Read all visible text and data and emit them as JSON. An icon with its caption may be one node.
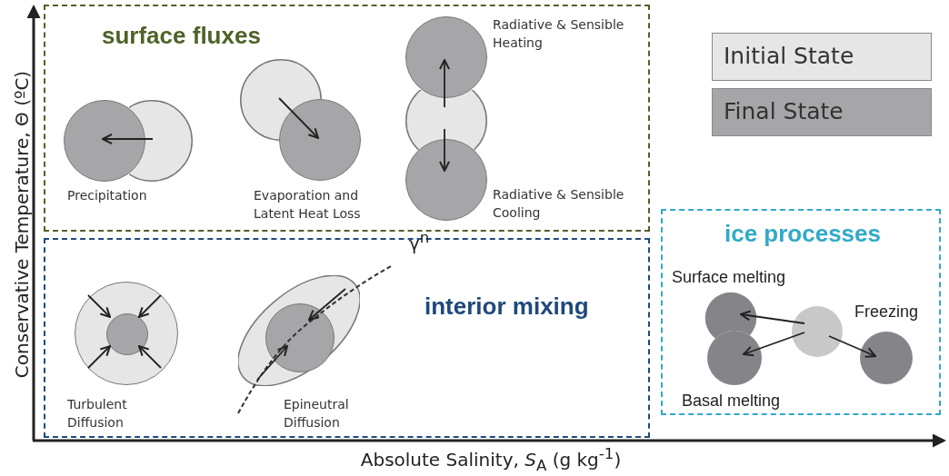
{
  "diagram": {
    "nodes": [
      {
        "text": [
          "surface fluxes"
        ]
      },
      {
        "text": [],
        "shape": "circle",
        "in": 0
      },
      {
        "text": [],
        "shape": "circle",
        "in": 0,
        "beside": [
          "Precipitation"
        ]
      },
      {
        "text": [],
        "shape": "circle",
        "in": 0
      },
      {
        "text": [],
        "shape": "circle",
        "in": 0,
        "beside": [
          "Evaporation and Latent Heat Loss"
        ]
      },
      {
        "text": [],
        "shape": "circle",
        "in": 0
      },
      {
        "text": [],
        "shape": "circle",
        "in": 0,
        "beside": [
          "Radiative & Sensible Heating"
        ]
      },
      {
        "text": [],
        "shape": "circle",
        "in": 0,
        "beside": [
          "Radiative & Sensible Cooling"
        ]
      },
      {
        "text": [
          "interior mixing"
        ]
      },
      {
        "text": [],
        "shape": "circle",
        "in": 8
      },
      {
        "text": [],
        "shape": "circle",
        "in": 9,
        "beside": [
          "Turbulent Diffusion"
        ]
      },
      {
        "text": [],
        "shape": "ellipse",
        "in": 8
      },
      {
        "text": [],
        "shape": "circle",
        "in": 11,
        "beside": [
          "Epineutral Diffusion"
        ]
      },
      {
        "text": [
          "ice processes"
        ]
      },
      {
        "text": [],
        "shape": "circle",
        "in": 13
      },
      {
        "text": [],
        "shape": "circle",
        "in": 13,
        "beside": [
          "Surface melting"
        ]
      },
      {
        "text": [],
        "shape": "circle",
        "in": 13,
        "beside": [
          "Basal melting"
        ]
      },
      {
        "text": [],
        "shape": "circle",
        "in": 13,
        "beside": [
          "Freezing"
        ]
      }
    ],
    "edges": [
      {
        "from": 1,
        "to": 2,
        "arrow": "to"
      },
      {
        "from": 3,
        "to": 4,
        "arrow": "to"
      },
      {
        "from": 5,
        "to": 6,
        "arrow": "to"
      },
      {
        "from": 5,
        "to": 7,
        "arrow": "to"
      },
      {
        "from": 9,
        "to": 10,
        "arrow": "to"
      },
      {
        "from": 9,
        "to": 10,
        "arrow": "to"
      },
      {
        "from": 9,
        "to": 10,
        "arrow": "to"
      },
      {
        "from": 9,
        "to": 10,
        "arrow": "to"
      },
      {
        "from": 11,
        "to": 12,
        "arrow": "to"
      },
      {
        "from": 11,
        "to": 12,
        "arrow": "to"
      },
      {
        "from": 14,
        "to": 15,
        "arrow": "to"
      },
      {
        "from": 14,
        "to": 16,
        "arrow": "to"
      },
      {
        "from": 14,
        "to": 17,
        "arrow": "to"
      }
    ],
    "labels": [
      "Conservative Temperature, Θ (ºC)",
      "Absolute Salinity, *S*$_{A}$ (g kg$^{-1}$)",
      "γ$^{n}$"
    ],
    "legend": [
      {
        "text": "Initial State",
        "color": "#e6e6e6"
      },
      {
        "text": "Final State",
        "color": "#a6a6a8"
      }
    ]
  }
}
